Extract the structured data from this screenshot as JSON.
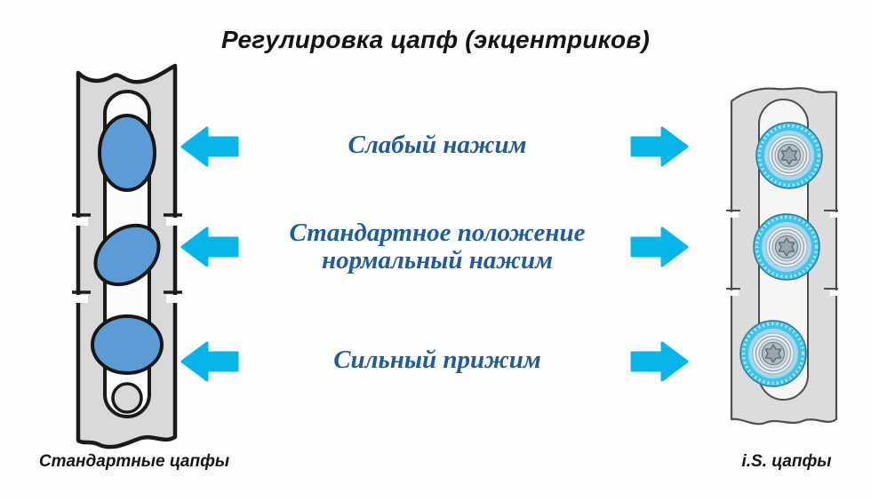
{
  "title": "Регулировка цапф (экцентриков)",
  "rows": [
    {
      "label": "Слабый нажим"
    },
    {
      "label": "Стандартное положение\nнормальный нажим"
    },
    {
      "label": "Сильный прижим"
    }
  ],
  "captions": {
    "left": "Стандартные цапфы",
    "right": "i.S. цапфы"
  },
  "icons": {
    "left_arrows": "left-arrow-icon",
    "right_arrows": "right-arrow-icon"
  },
  "colors": {
    "background": "#fdfdfd",
    "title_text": "#141414",
    "label_text": "#1e5c9a",
    "caption_text": "#161616",
    "arrow": "#06b5e9",
    "cam_fill": "#5b9cd6",
    "cam_outline": "#161616",
    "strip_fill": "#d9d9d9",
    "strip_outline": "#1a1a1a",
    "is_strip_fill": "#dcdcdc",
    "is_strip_outline": "#4e4e4e",
    "slot_fill": "#fcfcfc",
    "pin_outer": "#3fc4ec",
    "pin_ring_light": "#a6d7ec",
    "pin_core": "#b3bfc7"
  }
}
